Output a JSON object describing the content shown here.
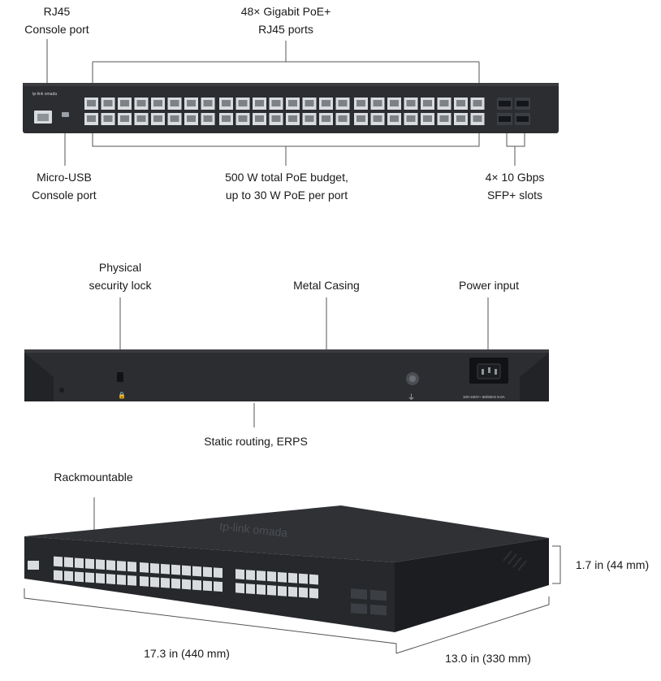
{
  "front_view": {
    "rj45_console": [
      "RJ45",
      "Console port"
    ],
    "gigabit_poe_ports": [
      "48× Gigabit PoE+",
      "RJ45 ports"
    ],
    "micro_usb_console": [
      "Micro-USB",
      "Console port"
    ],
    "poe_budget": [
      "500 W total PoE budget,",
      "up to 30 W PoE per port"
    ],
    "sfp_slots": [
      "4× 10 Gbps",
      "SFP+ slots"
    ],
    "device_brand": "tp-link omada"
  },
  "rear_view": {
    "security_lock": [
      "Physical",
      "security lock"
    ],
    "metal_casing": "Metal Casing",
    "power_input": "Power input",
    "static_routing": "Static routing, ERPS",
    "power_rating": "100-240V~ 50/60Hz 8.0A"
  },
  "angled_view": {
    "rackmountable": "Rackmountable",
    "height": "1.7 in (44 mm)",
    "width": "17.3 in (440 mm)",
    "depth": "13.0 in (330 mm)",
    "top_brand": "tp-link omada"
  },
  "colors": {
    "chassis": "#2b2d30",
    "chassis_dark": "#1f2023",
    "port": "#d9dcdf",
    "leader_line": "#555555"
  }
}
